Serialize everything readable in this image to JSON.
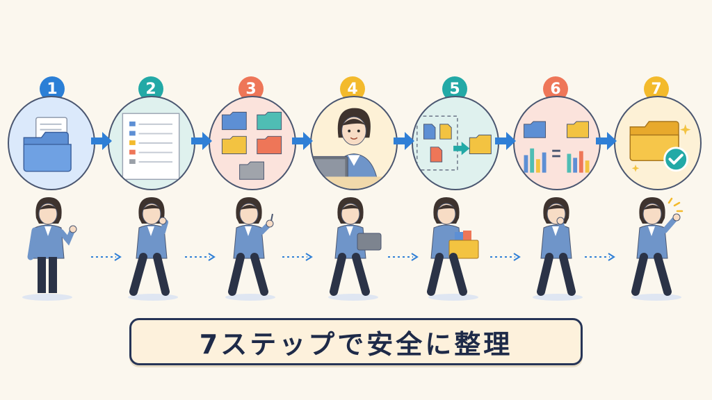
{
  "caption": "7ステップで安全に整理",
  "steps": [
    {
      "number": "1",
      "color": "#2b7fd6",
      "bg": "#dbe9fb",
      "icon": "folder-with-documents-icon"
    },
    {
      "number": "2",
      "color": "#23a9a6",
      "bg": "#dff1ee",
      "icon": "document-list-icon"
    },
    {
      "number": "3",
      "color": "#ee7658",
      "bg": "#fbe3dc",
      "icon": "colored-folders-icon"
    },
    {
      "number": "4",
      "color": "#f3ba2c",
      "bg": "#fdf1d6",
      "icon": "woman-at-laptop-icon"
    },
    {
      "number": "5",
      "color": "#23a9a6",
      "bg": "#dff1ee",
      "icon": "move-files-to-folder-icon"
    },
    {
      "number": "6",
      "color": "#ee7658",
      "bg": "#fbe3dc",
      "icon": "compare-folders-charts-icon"
    },
    {
      "number": "7",
      "color": "#f3ba2c",
      "bg": "#fdf1d6",
      "icon": "folder-checkmark-icon"
    }
  ],
  "people": [
    {
      "pose": "standing-fist"
    },
    {
      "pose": "walking-thinking"
    },
    {
      "pose": "walking-pointing"
    },
    {
      "pose": "walking-laptop"
    },
    {
      "pose": "walking-box"
    },
    {
      "pose": "walking-thinking"
    },
    {
      "pose": "walking-cheering"
    }
  ],
  "colors": {
    "arrow": "#2f7fd6",
    "outline": "#4a5670",
    "jacket": "#6f95c9",
    "pants": "#2b3347",
    "hair": "#3e332e",
    "skin": "#f7dcc5"
  }
}
